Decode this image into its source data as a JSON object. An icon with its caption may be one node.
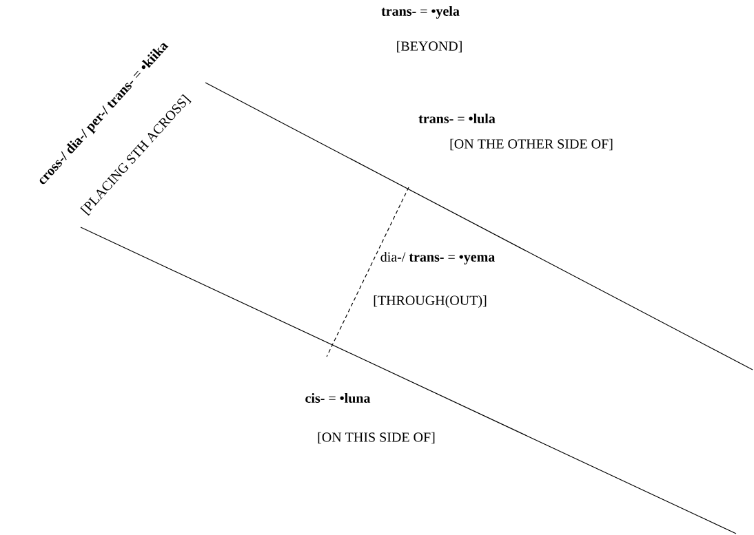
{
  "diagram": {
    "labels": [
      "**trans-** = **•yela**",
      "[BEYOND]",
      "**cross-/ dia-/ per-/ trans-** = **•kiika**",
      "[PLACING STH ACROSS]",
      "**trans-** = **•lula**",
      "[ON THE OTHER SIDE OF]",
      "dia-/ **trans-** = **•yema**",
      "[THROUGH(OUT)]",
      "**cis-** = **•luna**",
      "[ON THIS SIDE OF]"
    ]
  }
}
